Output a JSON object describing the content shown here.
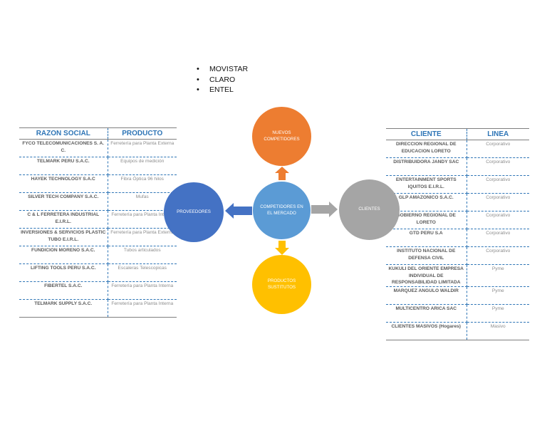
{
  "operators": [
    "MOVISTAR",
    "CLARO",
    "ENTEL"
  ],
  "suppliers": {
    "headers": [
      "RAZON SOCIAL",
      "PRODUCTO"
    ],
    "rows": [
      [
        "FYCO TELECOMUNICACIONES S. A. C.",
        "Ferretería para Planta Externa"
      ],
      [
        "TELMARK PERU S.A.C.",
        "Equipos de medición"
      ],
      [
        "HAYEK TECHNOLOGY S.A.C",
        "Fibra Óptica 96 hilos"
      ],
      [
        "SILVER TECH COMPANY S.A.C.",
        "Mufas"
      ],
      [
        "C & L FERRETERA INDUSTRIAL E.I.R.L.",
        "Ferretería para Planta Interna"
      ],
      [
        "INVERSIONES & SERVICIOS PLASTIC TUBO E.I.R.L.",
        "Ferretería para Planta Externa"
      ],
      [
        "FUNDICION MORENO S.A.C.",
        "Tubos articulados"
      ],
      [
        "LIFTING TOOLS PERU S.A.C.",
        "Escaleras Telescopicas"
      ],
      [
        "FIBERTEL S.A.C.",
        "Ferretería para Planta Interna"
      ],
      [
        "TELMARK SUPPLY S.A.C.",
        "Ferretería para Planta Interna"
      ]
    ]
  },
  "clients": {
    "headers": [
      "CLIENTE",
      "LINEA"
    ],
    "rows": [
      [
        "DIRECCION REGIONAL DE EDUCACION LORETO",
        "Corporativo"
      ],
      [
        "DISTRIBUIDORA JANDY SAC",
        "Corporativo"
      ],
      [
        "ENTERTAINMENT SPORTS IQUITOS E.I.R.L.",
        "Corporativo"
      ],
      [
        "GLP AMAZONICO S.A.C.",
        "Corporativo"
      ],
      [
        "GOBIERNO REGIONAL DE LORETO",
        "Corporativo"
      ],
      [
        "GTD PERU S.A",
        "Corporativo"
      ],
      [
        "INSTITUTO NACIONAL DE DEFENSA CIVIL",
        "Corporativo"
      ],
      [
        "KUKULI DEL ORIENTE EMPRESA INDIVIDUAL DE RESPONSABILIDAD LIMITADA",
        "Pyme"
      ],
      [
        "MARQUEZ  ANGULO  WALDIR",
        "Pyme"
      ],
      [
        "MULTICENTRO ARICA SAC",
        "Pyme"
      ],
      [
        "CLIENTES MASIVOS (Hogares)",
        "Masivo"
      ]
    ]
  },
  "diagram": {
    "center": "COMPETIDORES EN EL MERCADO",
    "top": "NUEVOS COMPETIDORES",
    "bottom": "PRODUCTOS SUSTITUTOS",
    "left": "PROVEEDORES",
    "right": "CLIENTES",
    "colors": {
      "center": "#5b9bd5",
      "top": "#ed7d31",
      "bottom": "#ffc000",
      "left": "#4472c4",
      "right": "#a5a5a5"
    }
  }
}
